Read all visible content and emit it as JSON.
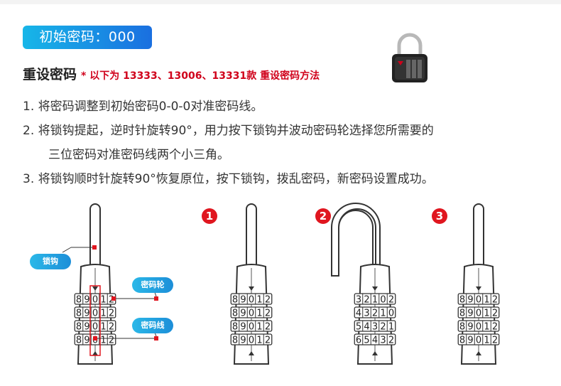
{
  "badge": {
    "text": "初始密码：000"
  },
  "heading": {
    "title": "重设密码",
    "note": "* 以下为 13333、13006、13331款 重设密码方法"
  },
  "steps": [
    "1. 将密码调整到初始密码0-0-0对准密码线。",
    "2. 将锁钩提起，逆时针旋转90°，用力按下锁钩并波动密码轮选择您所需要的",
    "三位密码对准密码线两个小三角。",
    "3. 将锁钩顺时针旋转90°恢复原位，按下锁钩，拨乱密码，新密码设置成功。"
  ],
  "labels": {
    "shackle": "锁钩",
    "wheel": "密码轮",
    "line": "密码线"
  },
  "markers": [
    "1",
    "2",
    "3"
  ],
  "locks": {
    "main": [
      [
        "8",
        "9",
        "0",
        "1",
        "2"
      ],
      [
        "8",
        "9",
        "0",
        "1",
        "2"
      ],
      [
        "8",
        "9",
        "0",
        "1",
        "2"
      ],
      [
        "8",
        "9",
        "0",
        "1",
        "2"
      ]
    ],
    "step1": [
      [
        "8",
        "9",
        "0",
        "1",
        "2"
      ],
      [
        "8",
        "9",
        "0",
        "1",
        "2"
      ],
      [
        "8",
        "9",
        "0",
        "1",
        "2"
      ],
      [
        "8",
        "9",
        "0",
        "1",
        "2"
      ]
    ],
    "step2": [
      [
        "3",
        "2",
        "1",
        "0",
        "2"
      ],
      [
        "4",
        "3",
        "2",
        "1",
        "0"
      ],
      [
        "5",
        "4",
        "3",
        "2",
        "1"
      ],
      [
        "6",
        "5",
        "4",
        "3",
        "2"
      ]
    ],
    "step3": [
      [
        "8",
        "9",
        "0",
        "1",
        "2"
      ],
      [
        "8",
        "9",
        "0",
        "1",
        "2"
      ],
      [
        "8",
        "9",
        "0",
        "1",
        "2"
      ],
      [
        "8",
        "9",
        "0",
        "1",
        "2"
      ]
    ]
  },
  "colors": {
    "accent_red": "#e0161f",
    "badge_blue": "#1a6fe0",
    "pill_blue": "#2bb8e8"
  }
}
